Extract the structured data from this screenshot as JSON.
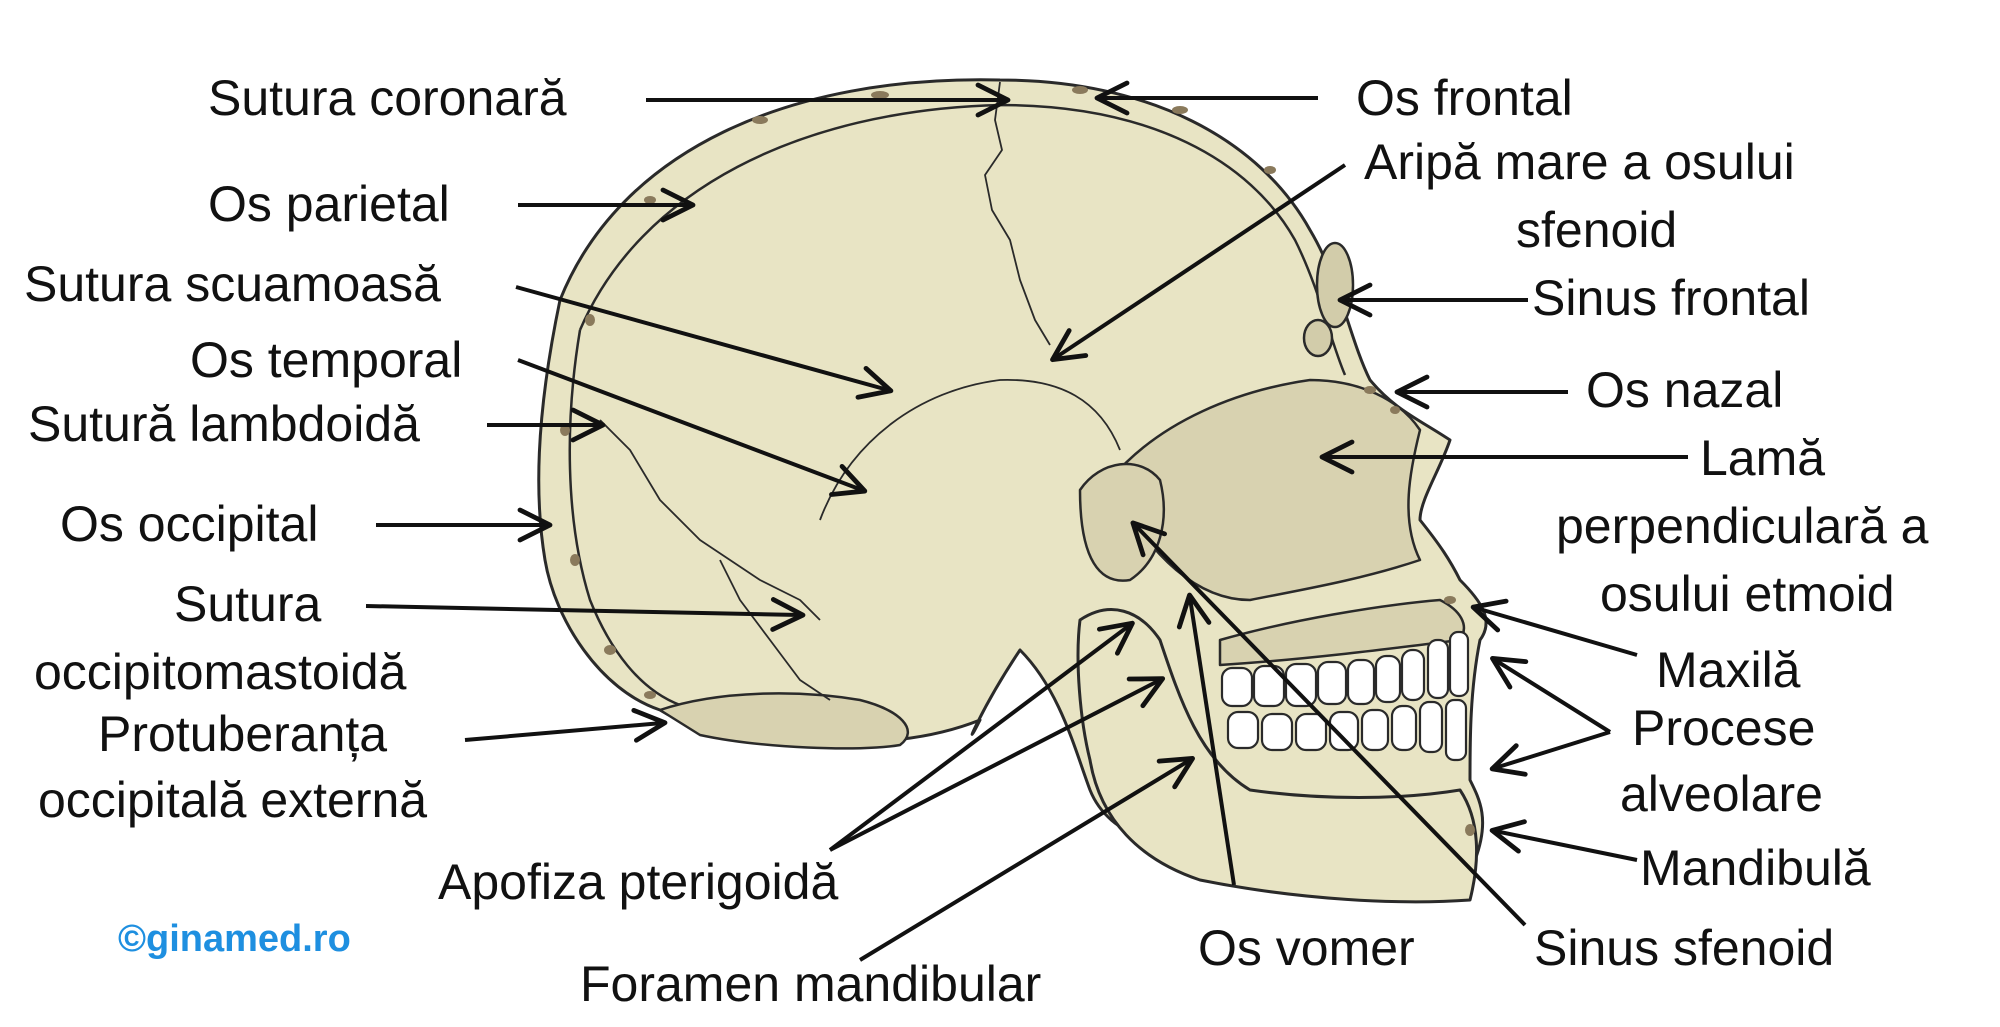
{
  "labels": {
    "sutura_coronara": "Sutura coronară",
    "os_frontal": "Os frontal",
    "os_parietal": "Os parietal",
    "aripa_mare": "Aripă mare a osului",
    "aripa_mare_2": "sfenoid",
    "sutura_scuamoasa": "Sutura scuamoasă",
    "sinus_frontal": "Sinus frontal",
    "os_temporal": "Os temporal",
    "os_nazal": "Os nazal",
    "sutura_lambdoida": "Sutură lambdoidă",
    "lama": "Lamă",
    "lama_2": "perpendiculară a",
    "lama_3": "osului etmoid",
    "os_occipital": "Os occipital",
    "sutura_occ": "Sutura",
    "sutura_occ_2": "occipitomastoidă",
    "maxila": "Maxilă",
    "procese": "Procese",
    "procese_2": "alveolare",
    "protuberanta": "Protuberanța",
    "protuberanta_2": "occipitală externă",
    "mandibula": "Mandibulă",
    "apofiza": "Apofiza pterigoidă",
    "os_vomer": "Os vomer",
    "sinus_sfenoid": "Sinus sfenoid",
    "foramen": "Foramen mandibular"
  },
  "credit": "©ginamed.ro",
  "colors": {
    "bone": "#e8e4c4",
    "bone_dark": "#d2ccaa",
    "outline": "#2a2a2a",
    "spots": "#8a7a5c",
    "credit": "#1e8fe0"
  }
}
